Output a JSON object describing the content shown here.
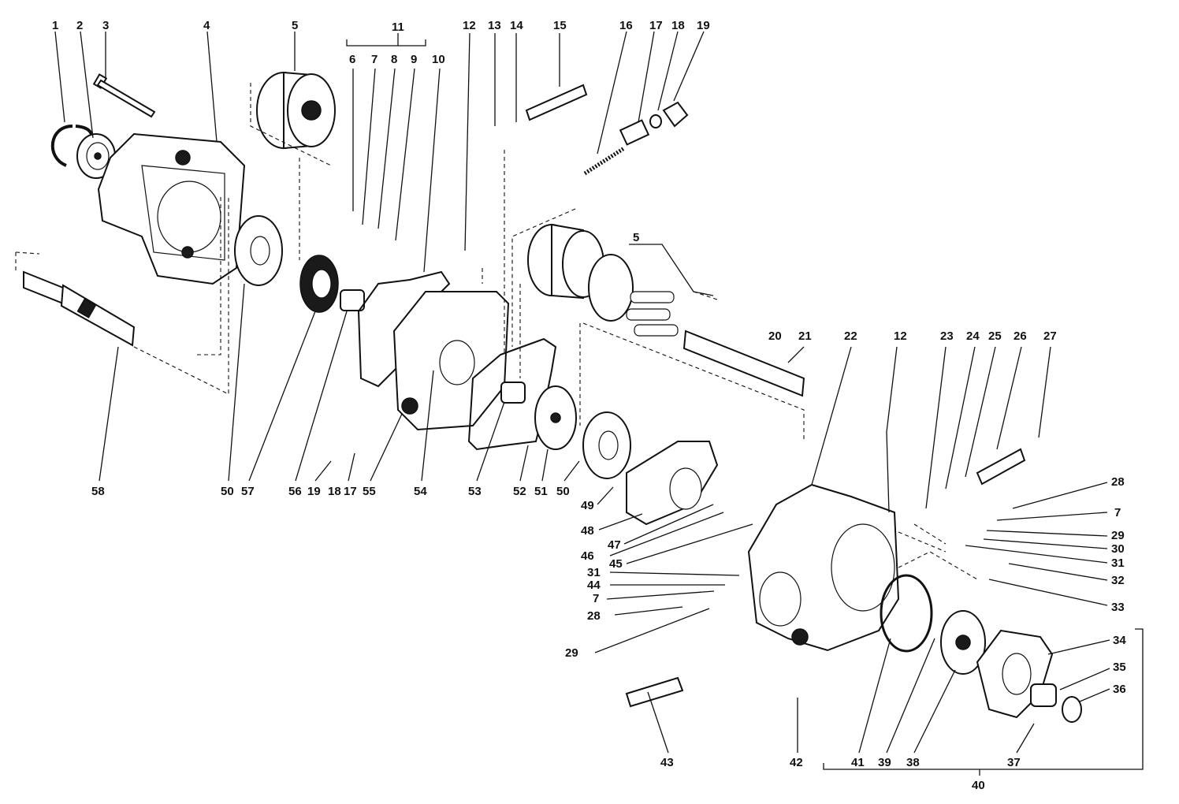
{
  "labels": {
    "n1": "1",
    "n2": "2",
    "n3": "3",
    "n4": "4",
    "n5a": "5",
    "n5b": "5",
    "n6": "6",
    "n7a": "7",
    "n7b": "7",
    "n7c": "7",
    "n8": "8",
    "n9": "9",
    "n10": "10",
    "n11": "11",
    "n12a": "12",
    "n12b": "12",
    "n13": "13",
    "n14": "14",
    "n15": "15",
    "n16": "16",
    "n17a": "17",
    "n17b": "17",
    "n18a": "18",
    "n18b": "18",
    "n19a": "19",
    "n19b": "19",
    "n20": "20",
    "n21": "21",
    "n22": "22",
    "n23": "23",
    "n24": "24",
    "n25": "25",
    "n26": "26",
    "n27": "27",
    "n28a": "28",
    "n28b": "28",
    "n29a": "29",
    "n29b": "29",
    "n30": "30",
    "n31a": "31",
    "n31b": "31",
    "n32": "32",
    "n33": "33",
    "n34": "34",
    "n35": "35",
    "n36": "36",
    "n37": "37",
    "n38": "38",
    "n39": "39",
    "n40": "40",
    "n41": "41",
    "n42": "42",
    "n43": "43",
    "n44": "44",
    "n45": "45",
    "n46": "46",
    "n47": "47",
    "n48": "48",
    "n49": "49",
    "n50a": "50",
    "n50b": "50",
    "n51": "51",
    "n52": "52",
    "n53": "53",
    "n54": "54",
    "n55": "55",
    "n56": "56",
    "n57": "57",
    "n58": "58"
  }
}
